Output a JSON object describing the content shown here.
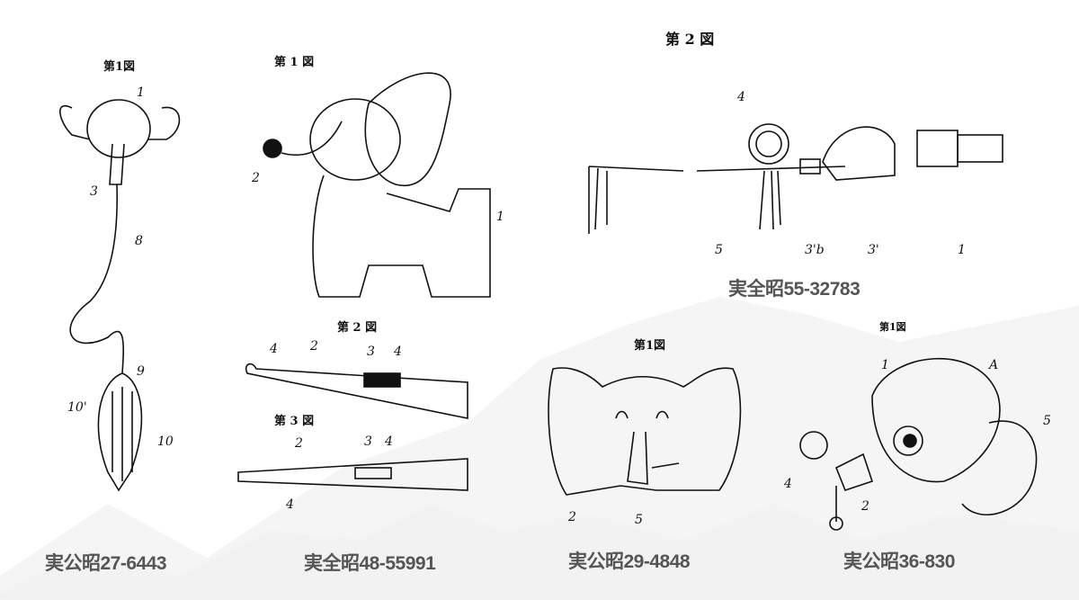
{
  "patents": [
    {
      "caption": "実公昭27-6443",
      "figures": [
        "第1図"
      ],
      "numerals": [
        "1",
        "3",
        "8",
        "9",
        "10'",
        "10"
      ]
    },
    {
      "caption": "実全昭48-55991",
      "figures": [
        "第 1 図",
        "第 2 図",
        "第 3 図"
      ],
      "numerals": [
        "2",
        "1",
        "4",
        "2",
        "3",
        "4",
        "2",
        "3",
        "4",
        "4"
      ]
    },
    {
      "caption": "実全昭55-32783",
      "figures": [
        "第 2 図"
      ],
      "numerals": [
        "4",
        "5",
        "3'b",
        "3'",
        "1"
      ]
    },
    {
      "caption": "実公昭29-4848",
      "figures": [
        "第1図"
      ],
      "numerals": [
        "2",
        "5"
      ]
    },
    {
      "caption": "実公昭36-830",
      "figures": [
        "第1図"
      ],
      "numerals": [
        "1",
        "A",
        "5",
        "4",
        "2"
      ]
    }
  ]
}
